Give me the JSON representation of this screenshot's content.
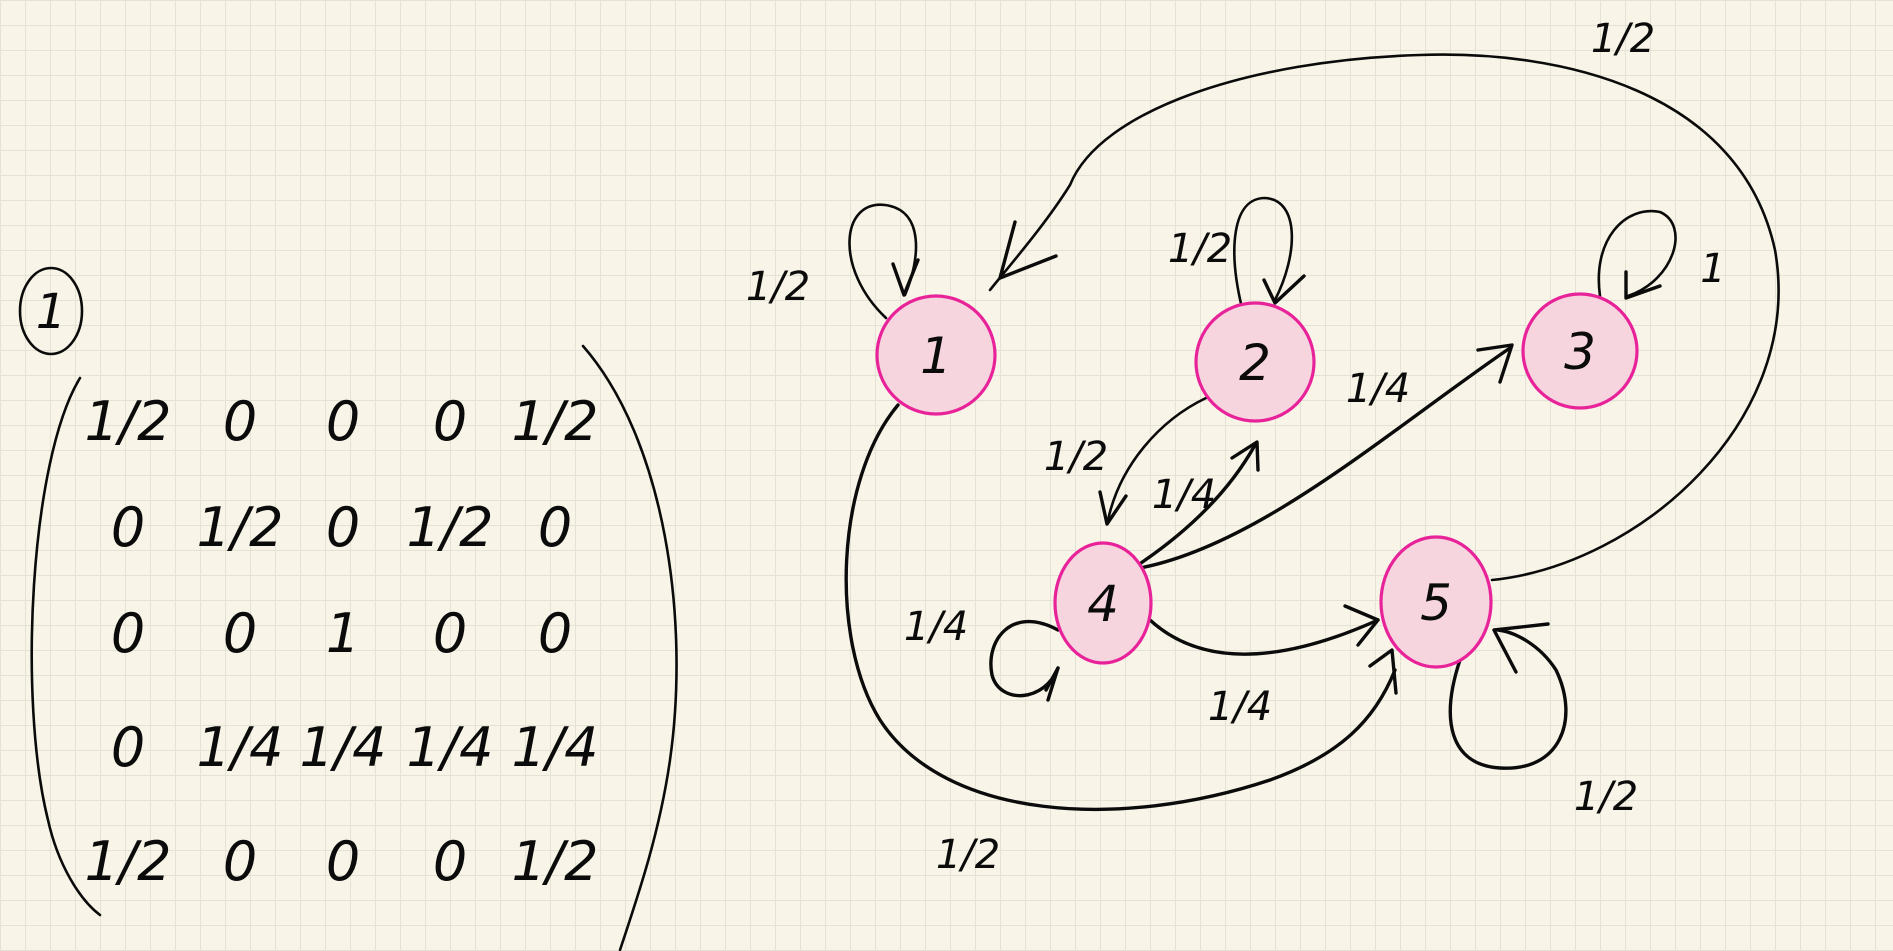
{
  "problem_number": "1",
  "matrix": [
    [
      "1/2",
      "0",
      "0",
      "0",
      "1/2"
    ],
    [
      "0",
      "1/2",
      "0",
      "1/2",
      "0"
    ],
    [
      "0",
      "0",
      "1",
      "0",
      "0"
    ],
    [
      "0",
      "1/4",
      "1/4",
      "1/4",
      "1/4"
    ],
    [
      "1/2",
      "0",
      "0",
      "0",
      "1/2"
    ]
  ],
  "nodes": [
    "1",
    "2",
    "3",
    "4",
    "5"
  ],
  "edges": [
    {
      "from": "1",
      "to": "1",
      "label": "1/2"
    },
    {
      "from": "1",
      "to": "5",
      "label": "1/2"
    },
    {
      "from": "2",
      "to": "2",
      "label": "1/2"
    },
    {
      "from": "2",
      "to": "4",
      "label": "1/2"
    },
    {
      "from": "3",
      "to": "3",
      "label": "1"
    },
    {
      "from": "4",
      "to": "2",
      "label": "1/4"
    },
    {
      "from": "4",
      "to": "3",
      "label": "1/4"
    },
    {
      "from": "4",
      "to": "4",
      "label": "1/4"
    },
    {
      "from": "4",
      "to": "5",
      "label": "1/4"
    },
    {
      "from": "5",
      "to": "1",
      "label": "1/2"
    },
    {
      "from": "5",
      "to": "5",
      "label": "1/2"
    }
  ],
  "colors": {
    "paper": "#f8f5e8",
    "grid": "#e3e2d4",
    "ink": "#0b0b0b",
    "node_fill": "#f6d5de",
    "node_stroke": "#e8239a"
  }
}
